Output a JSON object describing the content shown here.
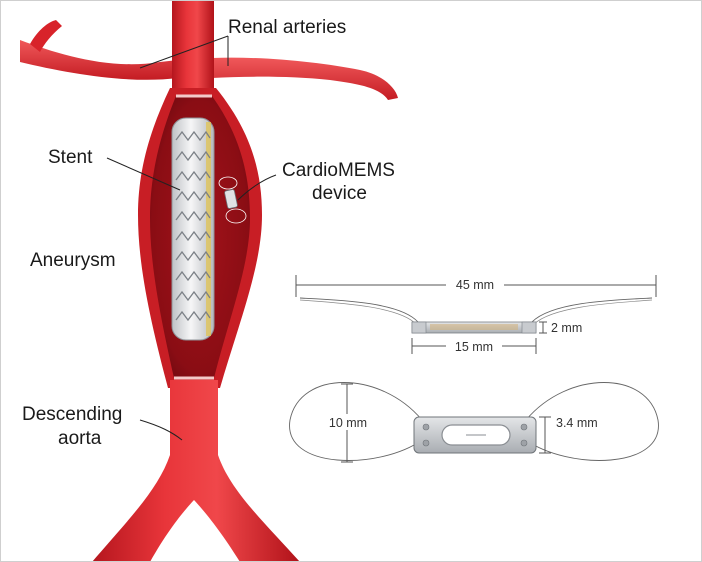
{
  "labels": {
    "renal_arteries": "Renal arteries",
    "stent": "Stent",
    "cardiomems_line1": "CardioMEMS",
    "cardiomems_line2": "device",
    "aneurysm": "Aneurysm",
    "descending_line1": "Descending",
    "descending_line2": "aorta"
  },
  "dimensions": {
    "total_length": "45 mm",
    "height": "2 mm",
    "body_length": "15 mm",
    "loop_diameter": "10 mm",
    "width": "3.4 mm"
  },
  "colors": {
    "vessel": "#d8232a",
    "vessel_dark": "#8e0f17",
    "aneurysm_inner": "#b3141c",
    "stent": "#e9eaec",
    "device": "#c9ccd0",
    "line": "#555555"
  }
}
